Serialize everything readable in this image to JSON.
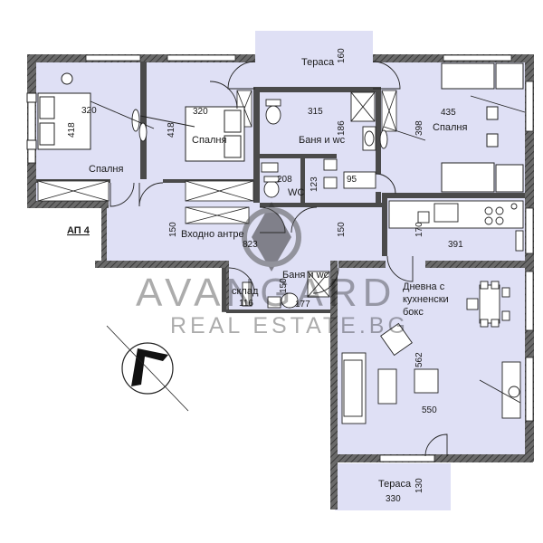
{
  "apartment_label": "АП 4",
  "rooms": {
    "bedroom_left": "Спалня",
    "bedroom_middle": "Спалня",
    "bedroom_right": "Спалня",
    "terrace_top": "Тераса",
    "bathroom_top": "Баня и wc",
    "wc": "WC",
    "hallway": "Входно антре",
    "bathroom_bottom": "Баня и wc",
    "storage": "склад",
    "living_line1": "Дневна с",
    "living_line2": "кухненски",
    "living_line3": "бокс",
    "terrace_bottom": "Тераса"
  },
  "dimensions": {
    "d_320_left": "320",
    "d_418_left": "418",
    "d_320_mid": "320",
    "d_418_mid": "418",
    "d_160": "160",
    "d_315": "315",
    "d_186": "186",
    "d_398": "398",
    "d_435": "435",
    "d_208": "208",
    "d_123": "123",
    "d_95": "95",
    "d_150_left": "150",
    "d_823": "823",
    "d_150_right": "150",
    "d_170": "170",
    "d_391": "391",
    "d_150_bath": "150",
    "d_116": "116",
    "d_177": "177",
    "d_562": "562",
    "d_550": "550",
    "d_130": "130",
    "d_330": "330"
  },
  "watermark": {
    "line1": "AVANGARD",
    "line2": "REAL ESTATE.BG"
  },
  "colors": {
    "floor": "#dfe0f5",
    "wall": "#4a4a4a",
    "outline": "#222222",
    "window": "#ffffff"
  }
}
